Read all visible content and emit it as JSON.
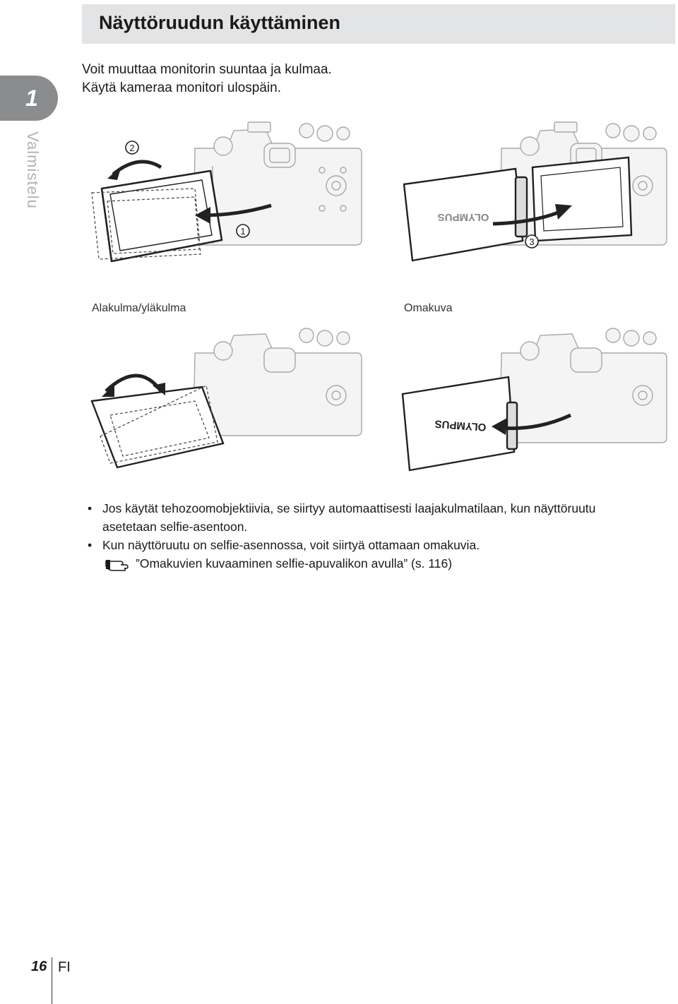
{
  "header": {
    "title": "Näyttöruudun käyttäminen"
  },
  "chapter": {
    "number": "1",
    "label": "Valmistelu"
  },
  "intro": {
    "line1": "Voit muuttaa monitorin suuntaa ja kulmaa.",
    "line2": "Käytä kameraa monitori ulospäin."
  },
  "figures": {
    "step1": "1",
    "step2": "2",
    "step3": "3",
    "caption_left": "Alakulma/yläkulma",
    "caption_right": "Omakuva",
    "brand": "OLYMPUS"
  },
  "notes": {
    "bullet": "•",
    "item1_line1": "Jos käytät tehozoomobjektiivia, se siirtyy automaattisesti laajakulmatilaan, kun näyttöruutu",
    "item1_line2": "asetetaan selfie-asentoon.",
    "item2_line1": "Kun näyttöruutu on selfie-asennossa, voit siirtyä ottamaan omakuvia.",
    "item2_ref": "”Omakuvien kuvaaminen selfie-apuvalikon avulla” (s. 116)",
    "ref_icon": "pointing-hand-icon"
  },
  "footer": {
    "page": "16",
    "lang": "FI"
  }
}
